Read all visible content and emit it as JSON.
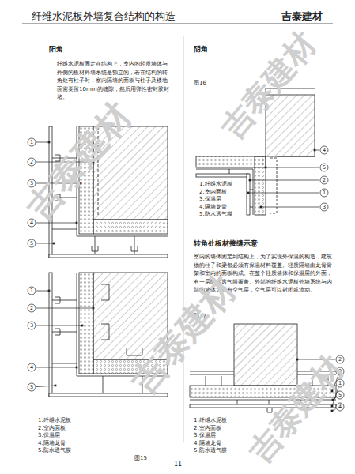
{
  "diagram": {
    "title": "纤维水泥板外墙复合结构的构造",
    "labels": [
      "吉泰建材",
      "阳角",
      "纤维水泥板固定在结构上，室内的轻质墙体与外侧的板材外墙系统是独立的，若在结构的转角处有柱子时，室内隔墙的面板与柱子及楼地面需要留10mm的缝隙，然后用弹性密封胶封堵。",
      "阴角",
      "图16",
      "1.纤维水泥板",
      "2.室内面板",
      "3.保温层",
      "4.隔墙龙骨",
      "5.防水透气膜",
      "转角处板材接缝示意",
      "室内的墙体固定到结构上，为了实现外保温的构造，建筑物的柱子和梁都必须有保温材料覆盖。轻质隔墙由龙骨骨架和室内的面板构成。在整个轻质墙体和保温层的外面，有一层防水透气膜覆盖。外部的纤维水泥板外墙系统与内部的墙体之间有空气层，空气层可以封闭或流动。",
      "图17",
      "1.纤维水泥板",
      "2.室内面板",
      "3.保温层",
      "4.隔墙龙骨",
      "5.防水透气膜",
      "图15",
      "1.纤维水泥板",
      "2.室内面板",
      "3.保温层",
      "4.隔墙龙骨",
      "5.防水透气膜",
      "11",
      "1",
      "2",
      "3",
      "4",
      "5",
      "4",
      "5",
      "2",
      "1",
      "3",
      "1",
      "2",
      "3",
      "4",
      "5",
      "2",
      "3",
      "1",
      "5",
      "4",
      "吉泰建材",
      "吉泰建材",
      "吉泰建材",
      "吉泰建材"
    ]
  }
}
